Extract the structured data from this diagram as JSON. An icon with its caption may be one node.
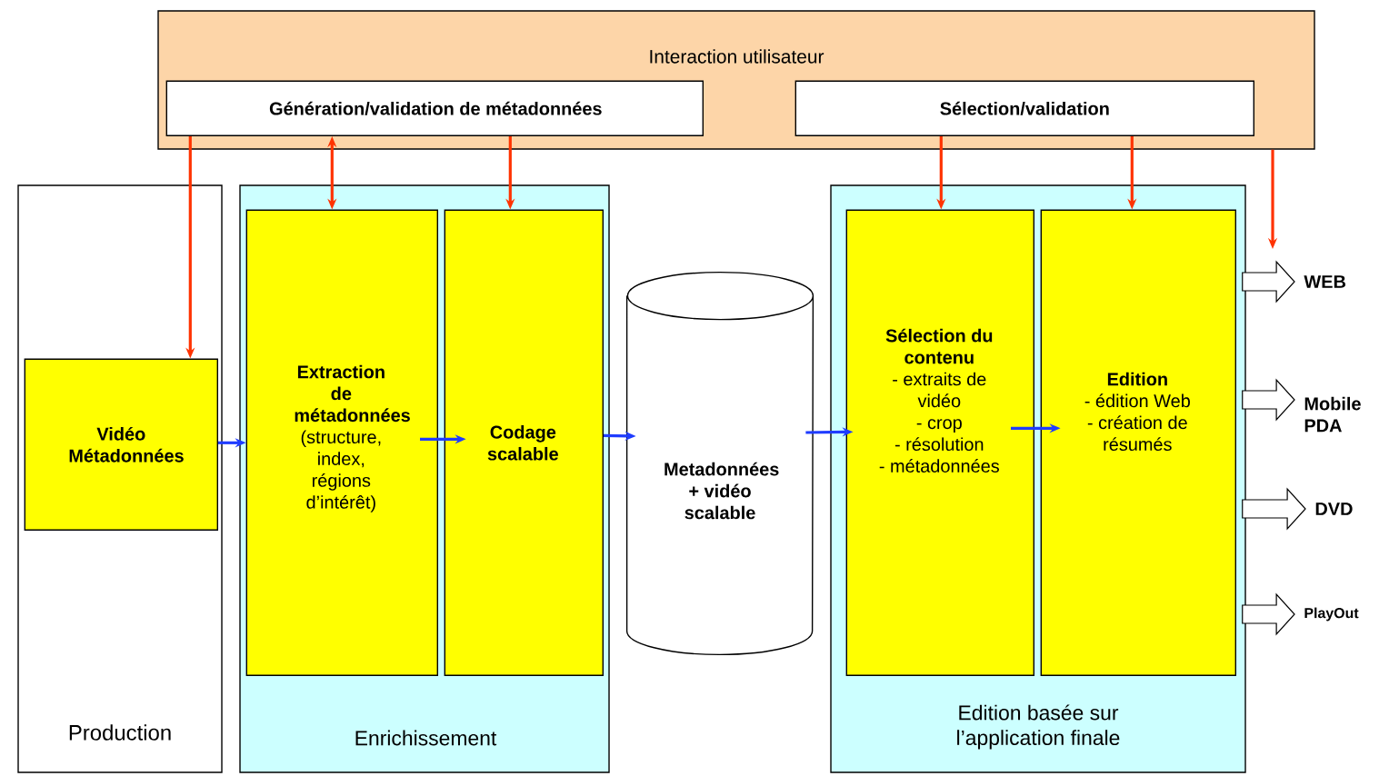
{
  "diagram": {
    "nodes": [
      {
        "text": [
          "Interaction utilisateur"
        ]
      },
      {
        "text": [
          "Génération/validation de métadonnées"
        ],
        "in": 0
      },
      {
        "text": [
          "Sélection/validation"
        ],
        "in": 0
      },
      {
        "text": [
          "Production"
        ]
      },
      {
        "text": [
          "Vidéo Métadonnées"
        ],
        "in": 3
      },
      {
        "text": [
          "Enrichissement"
        ]
      },
      {
        "text": [
          "Extraction de métadonnées",
          "(structure, index, régions d’intérêt)"
        ],
        "in": 5
      },
      {
        "text": [
          "Codage scalable"
        ],
        "in": 5
      },
      {
        "text": [
          "Metadonnées + vidéo scalable"
        ]
      },
      {
        "text": [
          "Edition basée sur l’application finale"
        ]
      },
      {
        "text": [
          "Sélection du contenu",
          "- extraits de vidéo",
          "- crop",
          "- résolution",
          "- métadonnées"
        ],
        "in": 9
      },
      {
        "text": [
          "Edition",
          "- édition Web",
          "- création de résumés"
        ],
        "in": 9
      },
      {
        "text": [
          "WEB"
        ]
      },
      {
        "text": [
          "Mobile PDA"
        ]
      },
      {
        "text": [
          "DVD"
        ]
      },
      {
        "text": [
          "PlayOut"
        ]
      }
    ],
    "edges": [
      {
        "from": 1,
        "to": 4,
        "arrow": "to",
        "color": "#ff3300"
      },
      {
        "from": 1,
        "to": 6,
        "arrow": "both",
        "color": "#ff3300"
      },
      {
        "from": 1,
        "to": 7,
        "arrow": "to",
        "color": "#ff3300"
      },
      {
        "from": 2,
        "to": 10,
        "arrow": "to",
        "color": "#ff3300"
      },
      {
        "from": 2,
        "to": 11,
        "arrow": "to",
        "color": "#ff3300"
      },
      {
        "from": 0,
        "to": null,
        "arrow": "to",
        "color": "#ff3300"
      },
      {
        "from": 4,
        "to": 6,
        "arrow": "to",
        "color": "#1f3cff"
      },
      {
        "from": 6,
        "to": 7,
        "arrow": "to",
        "color": "#1f3cff"
      },
      {
        "from": 7,
        "to": 8,
        "arrow": "to",
        "color": "#1f3cff"
      },
      {
        "from": 8,
        "to": 10,
        "arrow": "to",
        "color": "#1f3cff"
      },
      {
        "from": 10,
        "to": 11,
        "arrow": "to",
        "color": "#1f3cff"
      },
      {
        "from": 9,
        "to": 12,
        "arrow": "to",
        "style": "thick"
      },
      {
        "from": 9,
        "to": 13,
        "arrow": "to",
        "style": "thick"
      },
      {
        "from": 9,
        "to": 14,
        "arrow": "to",
        "style": "thick"
      },
      {
        "from": 9,
        "to": 15,
        "arrow": "to",
        "style": "thick"
      }
    ]
  }
}
